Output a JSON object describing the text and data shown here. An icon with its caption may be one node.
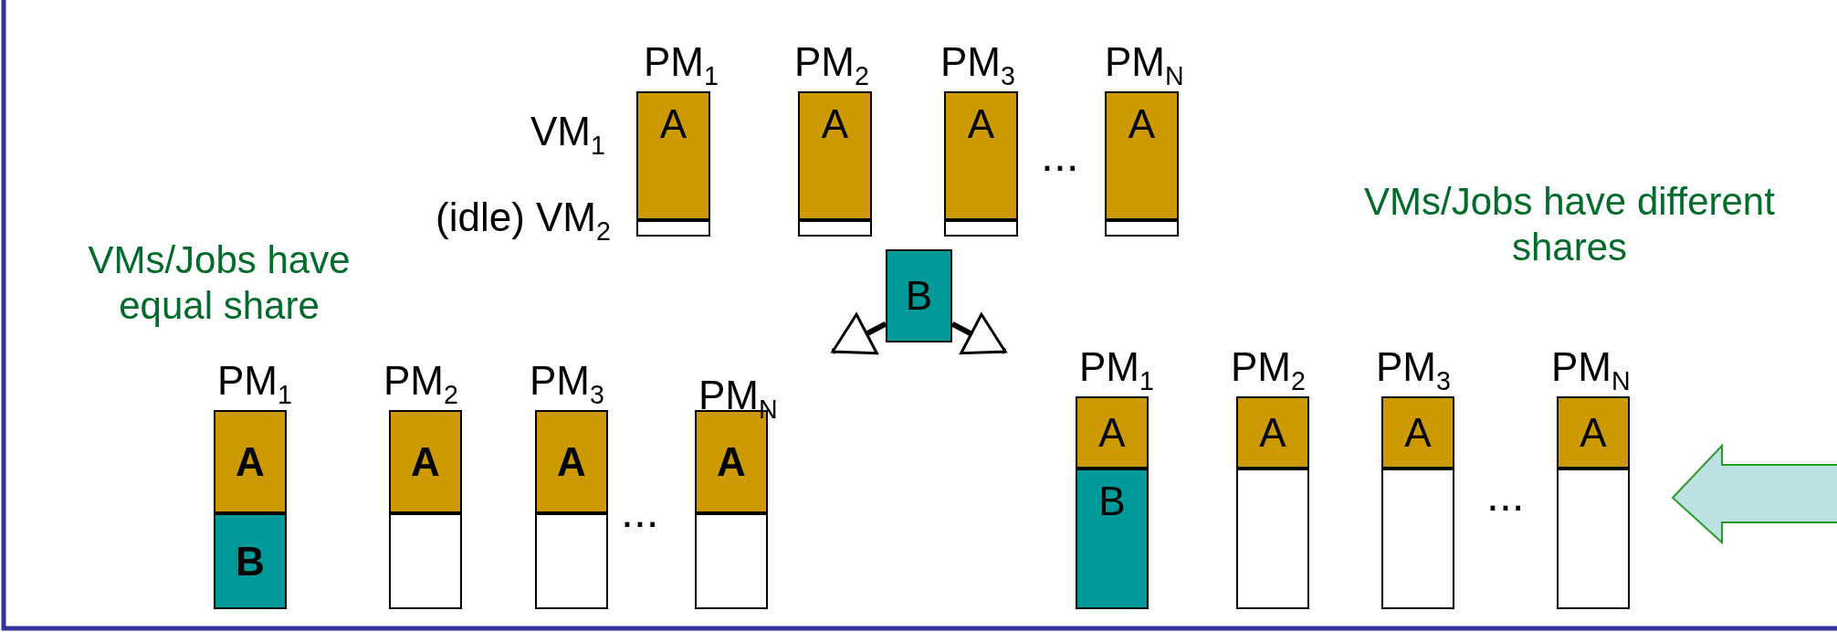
{
  "diagram": {
    "nodes": [
      {
        "text": [
          "A"
        ],
        "beside": [
          "PM$_{1}$"
        ]
      },
      {
        "text": [],
        "shape": "box"
      },
      {
        "text": [
          "A"
        ],
        "beside": [
          "PM$_{2}$"
        ]
      },
      {
        "text": [],
        "shape": "box"
      },
      {
        "text": [
          "A"
        ],
        "beside": [
          "PM$_{3}$"
        ]
      },
      {
        "text": [],
        "shape": "box"
      },
      {
        "text": [
          "A"
        ],
        "beside": [
          "PM$_{N}$"
        ]
      },
      {
        "text": [],
        "shape": "box"
      },
      {
        "text": [
          "B"
        ]
      },
      {
        "text": [
          "A"
        ],
        "beside": [
          "PM$_{1}$"
        ]
      },
      {
        "text": [
          "B"
        ]
      },
      {
        "text": [
          "A"
        ],
        "beside": [
          "PM$_{2}$"
        ]
      },
      {
        "text": [],
        "shape": "box"
      },
      {
        "text": [
          "A"
        ],
        "beside": [
          "PM$_{3}$"
        ]
      },
      {
        "text": [],
        "shape": "box"
      },
      {
        "text": [
          "A"
        ],
        "beside": [
          "PM$_{N}$"
        ]
      },
      {
        "text": [],
        "shape": "box"
      },
      {
        "text": [
          "A"
        ],
        "beside": [
          "PM$_{1}$"
        ]
      },
      {
        "text": [
          "B"
        ]
      },
      {
        "text": [
          "A"
        ],
        "beside": [
          "PM$_{2}$"
        ]
      },
      {
        "text": [],
        "shape": "box"
      },
      {
        "text": [
          "A"
        ],
        "beside": [
          "PM$_{3}$"
        ]
      },
      {
        "text": [],
        "shape": "box"
      },
      {
        "text": [
          "A"
        ],
        "beside": [
          "PM$_{N}$"
        ]
      },
      {
        "text": [],
        "shape": "box"
      }
    ],
    "edges": [
      {
        "from": 8,
        "to": null,
        "arrow": "to"
      },
      {
        "from": 8,
        "to": null,
        "arrow": "to"
      }
    ],
    "labels": [
      "VM$_{1}$",
      "...",
      "VMs/Jobs have different shares",
      "(idle) VM$_{2}$",
      "VMs/Jobs have equal share",
      "...",
      "..."
    ]
  }
}
